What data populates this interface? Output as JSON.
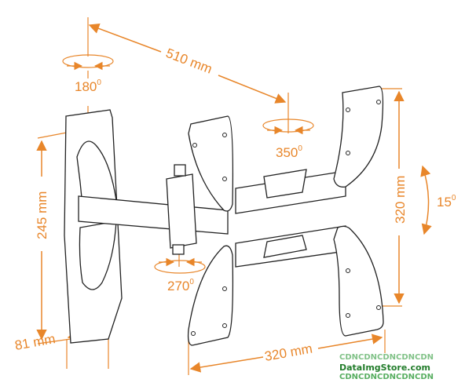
{
  "dimensions": {
    "arm_extension": "510 mm",
    "wall_plate_height": "245 mm",
    "wall_plate_depth": "81 mm",
    "vesa_width": "320 mm",
    "vesa_height": "320 mm"
  },
  "rotations": {
    "wall_swivel": "180",
    "head_swivel": "350",
    "elbow_swivel": "270",
    "tilt": "15"
  },
  "degree_symbol": "0",
  "watermark": {
    "line1": "CDNCDNCDNCDNCDN",
    "line2": "DataImgStore.com",
    "line3": "CDNCDNCDNCDNCDN"
  },
  "colors": {
    "accent": "#e8862a",
    "line": "#222222",
    "watermark": "#2f9a3a"
  }
}
